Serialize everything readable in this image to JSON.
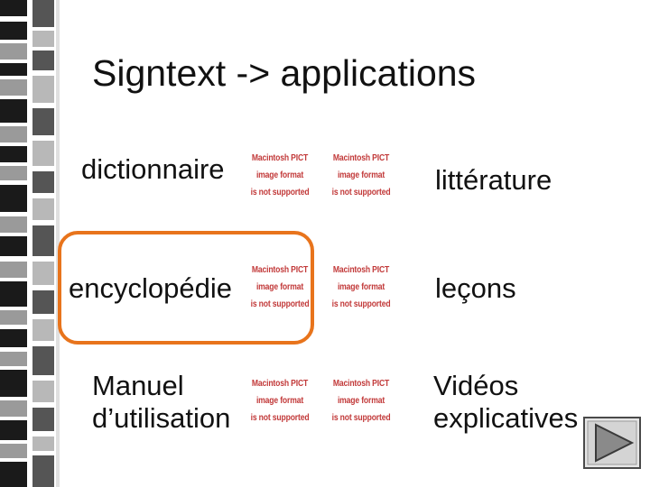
{
  "slide": {
    "title": "Signtext -> applications",
    "accent_color": "#e8741c",
    "placeholder_color": "#c23a3a"
  },
  "rows": [
    {
      "left_label": "dictionnaire",
      "right_label": "littérature"
    },
    {
      "left_label": "encyclopédie",
      "right_label": "leçons"
    },
    {
      "left_label_line1": "Manuel",
      "left_label_line2": "d’utilisation",
      "right_label_line1": "Vidéos",
      "right_label_line2": "explicatives"
    }
  ],
  "image_placeholder": {
    "line1": "Macintosh PICT",
    "line2": "image format",
    "line3": "is not supported"
  },
  "nav": {
    "icon": "play-next-icon"
  }
}
